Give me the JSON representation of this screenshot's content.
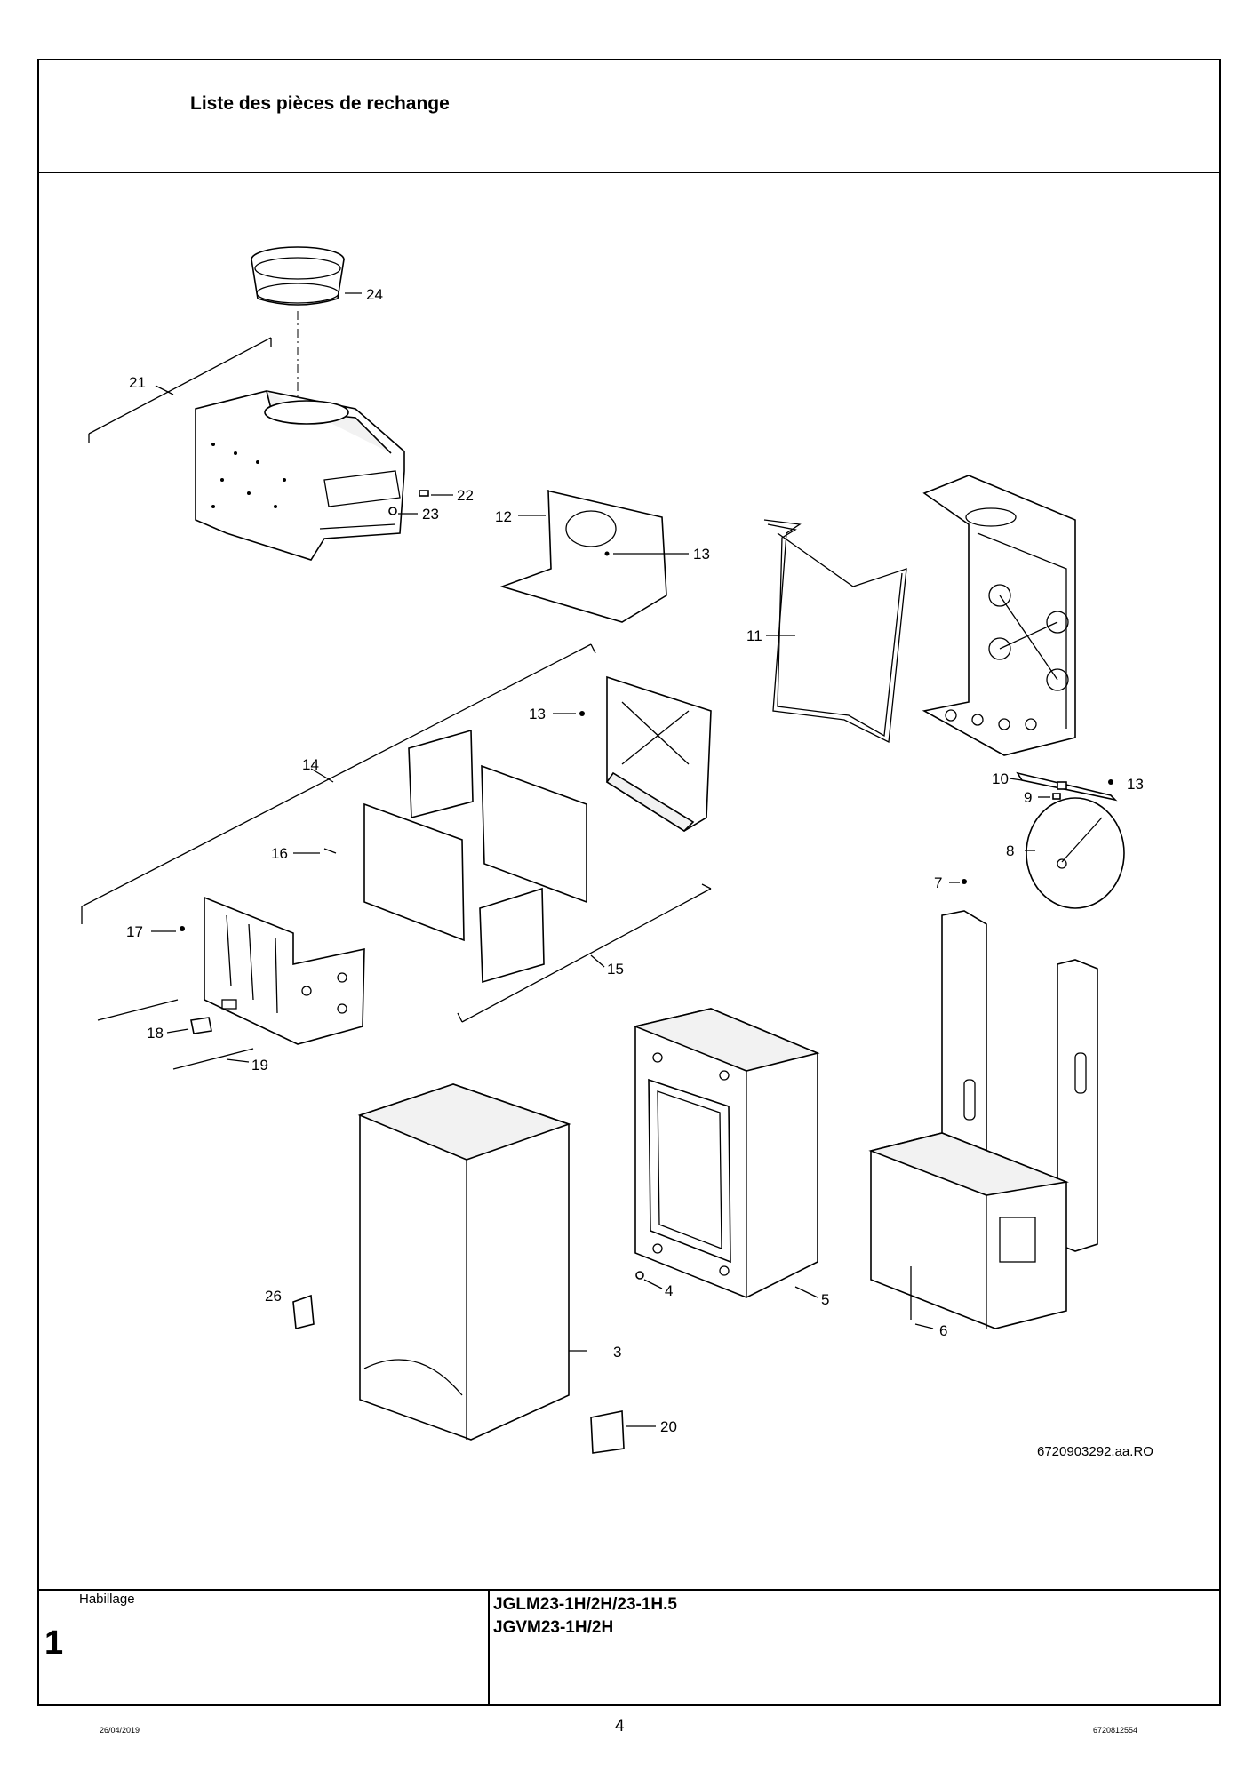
{
  "header": {
    "title": "Liste des pièces de rechange"
  },
  "footer": {
    "section_label": "Habillage",
    "section_number": "1",
    "model_line_1": "JGLM23-1H/2H/23-1H.5",
    "model_line_2": "JGVM23-1H/2H",
    "page_number": "4",
    "date": "26/04/2019",
    "document_id": "6720812554"
  },
  "figure": {
    "reference": "6720903292.aa.RO",
    "callouts": [
      "24",
      "21",
      "22",
      "23",
      "12",
      "13",
      "11",
      "13",
      "14",
      "10",
      "13",
      "9",
      "16",
      "8",
      "7",
      "17",
      "15",
      "18",
      "19",
      "4",
      "5",
      "6",
      "26",
      "3",
      "20"
    ]
  }
}
